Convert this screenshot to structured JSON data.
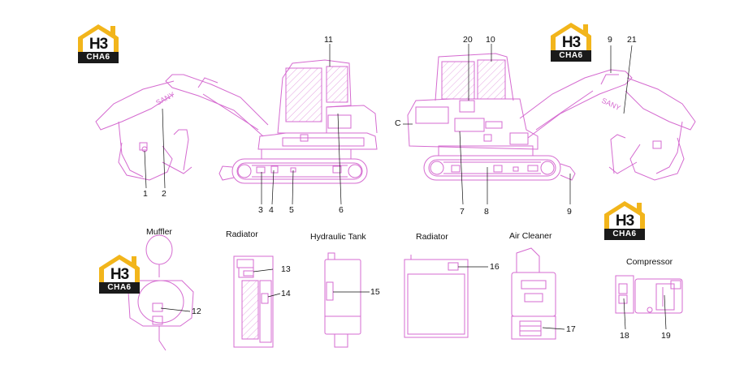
{
  "logo": {
    "line1": "H3",
    "line2": "CHA6"
  },
  "colors": {
    "outline": "#d56bd0",
    "logo_gold": "#f2b51b",
    "logo_dark": "#1a1a1a",
    "text": "#111111"
  },
  "components": {
    "muffler": "Muffler",
    "radiator_left": "Radiator",
    "hydraulic_tank": "Hydraulic Tank",
    "radiator_right": "Radiator",
    "air_cleaner": "Air Cleaner",
    "compressor": "Compressor"
  },
  "view_letter": "C",
  "callouts": {
    "n1": "1",
    "n2": "2",
    "n3": "3",
    "n4": "4",
    "n5": "5",
    "n6": "6",
    "n7": "7",
    "n8": "8",
    "n9a": "9",
    "n9b": "9",
    "n10": "10",
    "n11": "11",
    "n12": "12",
    "n13": "13",
    "n14": "14",
    "n15": "15",
    "n16": "16",
    "n17": "17",
    "n18": "18",
    "n19": "19",
    "n20": "20",
    "n21": "21"
  }
}
